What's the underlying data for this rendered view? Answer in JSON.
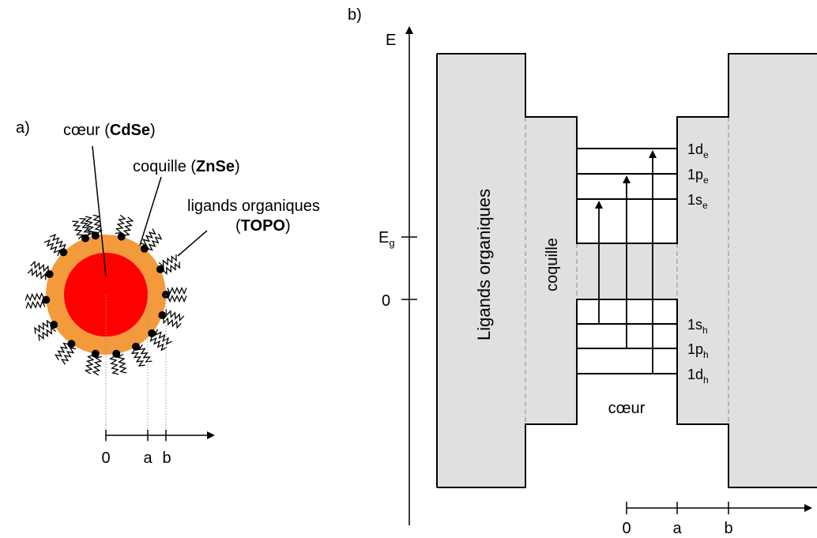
{
  "panel_a": {
    "label": "a)",
    "core_label_prefix": "cœur (",
    "core_label_bold": "CdSe",
    "core_label_suffix": ")",
    "shell_label_prefix": "coquille (",
    "shell_label_bold": "ZnSe",
    "shell_label_suffix": ")",
    "ligands_label_line1": "ligands organiques",
    "ligands_label_prefix": "(",
    "ligands_label_bold": "TOPO",
    "ligands_label_suffix": ")",
    "axis_ticks": [
      "0",
      "a",
      "b"
    ],
    "colors": {
      "core": "#ff0000",
      "core_center": "#e60000",
      "shell": "#f39a3c"
    }
  },
  "panel_b": {
    "label": "b)",
    "y_axis_label": "E",
    "eg_label": "E",
    "eg_subscript": "g",
    "zero_label": "0",
    "region_ligands": "Ligands organiques",
    "region_shell": "coquille",
    "region_core": "cœur",
    "levels": [
      {
        "main": "1d",
        "sub": "e"
      },
      {
        "main": "1p",
        "sub": "e"
      },
      {
        "main": "1s",
        "sub": "e"
      },
      {
        "main": "1s",
        "sub": "h"
      },
      {
        "main": "1p",
        "sub": "h"
      },
      {
        "main": "1d",
        "sub": "h"
      }
    ],
    "axis_ticks": [
      "0",
      "a",
      "b"
    ],
    "colors": {
      "barrier_fill": "#e0e0e0"
    }
  }
}
